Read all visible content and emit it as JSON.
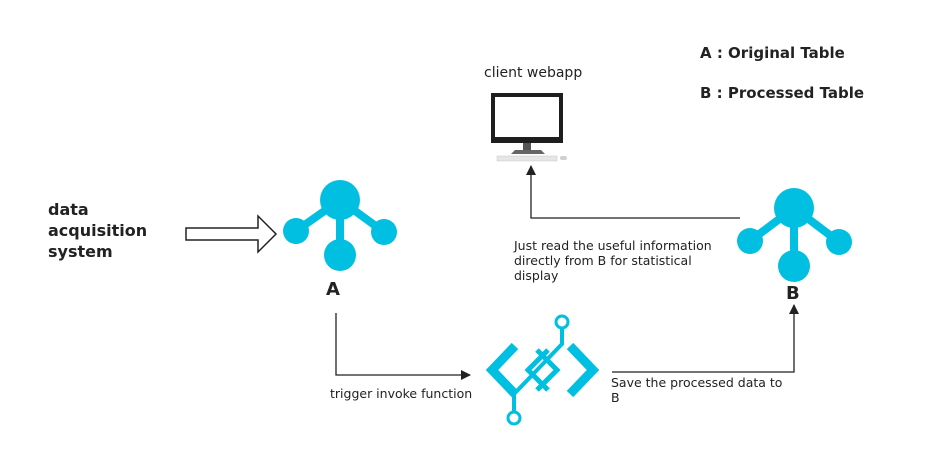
{
  "legend": {
    "a": "A :  Original Table",
    "b": "B :  Processed Table"
  },
  "client_label": "client webapp",
  "source_label": "data\nacquisition\nsystem",
  "node_a_label": "A",
  "node_b_label": "B",
  "read_label": "Just read the useful information\ndirectly from B for statistical\ndisplay",
  "trigger_label": "trigger invoke function",
  "save_label": "Save the processed data to\nB",
  "colors": {
    "node": "#00bfe0",
    "line": "#222222"
  },
  "icons": {
    "monitor": "monitor-icon",
    "node": "network-node-icon",
    "function": "function-icon"
  }
}
